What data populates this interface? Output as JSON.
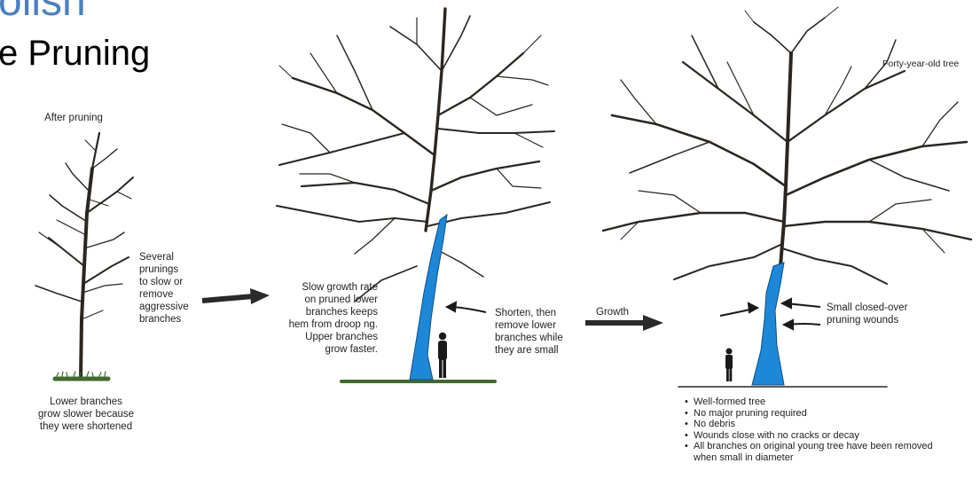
{
  "header": {
    "title": "olish",
    "subtitle": "e Pruning"
  },
  "stage1": {
    "label": "After pruning",
    "caption": [
      "Lower branches",
      "grow slower because",
      "they were shortened"
    ]
  },
  "arrow1": {
    "caption": [
      "Several",
      "prunings",
      "to slow or",
      "remove",
      "aggressive",
      "branches"
    ]
  },
  "stage2": {
    "caption": [
      "Slow growth rate",
      "on pruned lower",
      "branches keeps",
      "hem from droop ng.",
      "Upper branches",
      "grow faster."
    ]
  },
  "stage2_right": {
    "caption": [
      "Shorten, then",
      "remove lower",
      "branches while",
      "they are small"
    ]
  },
  "arrow2": {
    "caption": "Growth"
  },
  "stage3": {
    "label": "Forty-year-old tree",
    "callout": [
      "Small closed-over",
      "pruning wounds"
    ],
    "notes": [
      "Well-formed tree",
      "No major pruning required",
      "No debris",
      "Wounds close with no cracks or decay",
      "All branches on original young tree have been removed when small in diameter"
    ]
  },
  "colors": {
    "title": "#4a7fc2",
    "trunk_highlight": "#1e88d8",
    "branch": "#2b2622",
    "grass": "#3f6b2c"
  }
}
